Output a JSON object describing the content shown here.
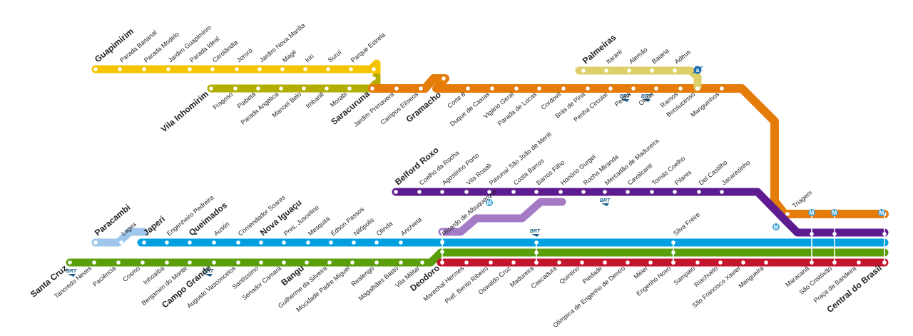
{
  "lines": {
    "guapimirim": {
      "color": "#f5c400"
    },
    "vila_inhomirim": {
      "color": "#b3ad00"
    },
    "saracuruna": {
      "color": "#e57c0a"
    },
    "belford_roxo": {
      "color": "#5e1a8f"
    },
    "deodoro": {
      "color": "#00a0e0"
    },
    "santa_cruz": {
      "color": "#5b9e0b"
    },
    "japeri": {
      "color": "#c4152f"
    },
    "paracambi": {
      "color": "#9ec7eb"
    },
    "palmeiras": {
      "color": "#ddd06a"
    },
    "teleferico": {
      "color": "#a57ac4"
    }
  },
  "badges": {
    "brt": "BRT",
    "metro": "M",
    "cable": "a"
  },
  "stations": {
    "guapimirim": [
      "Guapimirim",
      "Parada Bananal",
      "Parada Modelo",
      "Jardim Guapimirim",
      "Parada Ideal",
      "Citrolândia",
      "Jororó",
      "Jardim Nova Marília",
      "Magé",
      "Iriri",
      "Suruí",
      "Parque Estrela"
    ],
    "vila_inhomirim": [
      "Vila Inhomirim",
      "Fragoso",
      "Piabetá",
      "Parada Angélica",
      "Manoel Belo",
      "Imbariê",
      "Morabi"
    ],
    "saracuruna": [
      "Saracuruna",
      "Jardim Primavera",
      "Campos Elíseos",
      "Gramacho",
      "Corte 8",
      "Duque de Caxias",
      "Vigário Geral",
      "Parada de Lucas",
      "Cordovil",
      "Brás de Pina",
      "Penha Circular",
      "Penha",
      "Olaria",
      "Ramos",
      "Bonsucesso",
      "Manguinhos",
      "Triagem"
    ],
    "palmeiras": [
      "Palmeiras",
      "Itararé",
      "Alemão",
      "Baiana",
      "Adeus"
    ],
    "belford_roxo": [
      "Belford Roxo",
      "Coelho da Rocha",
      "Agostinho Porto",
      "Vila Rosali",
      "Pavuna/ São João de Meriti",
      "Costa Barros",
      "Barros Filho",
      "Honório Gurgel",
      "Rocha Miranda",
      "Mercadão de Madureira",
      "Cavalcanti",
      "Tomás Coelho",
      "Pilares",
      "Del Castilho",
      "Jacarezinho"
    ],
    "paracambi": [
      "Paracambi",
      "Lages"
    ],
    "japeri_top": [
      "Japeri",
      "Engenheiro Pedreira",
      "Queimados",
      "Austin",
      "Comendador Soares",
      "Nova Iguaçu",
      "Pres. Juscelino",
      "Mesquita",
      "Édson Passos",
      "Nilópolis",
      "Olinda",
      "Anchieta",
      "Ricardo de Albuquerque"
    ],
    "silva_freire": "Silva Freire",
    "santa_cruz": [
      "Santa Cruz",
      "Tancredo Neves",
      "Paciência",
      "Cosmo",
      "Inhoaíba",
      "Benjamim do Monte",
      "Campo Grande",
      "Augusto Vasconcelos",
      "Santíssimo",
      "Senador Camará",
      "Bangu",
      "Guilherme da Silveira",
      "Mocidade Padre Miguel",
      "Realengo",
      "Magalhães Basto",
      "Vila Militar",
      "Deodoro"
    ],
    "trunk": [
      "Marechal Hermes",
      "Pref. Bento Ribeiro",
      "Oswaldo Cruz",
      "Madureira",
      "Cascadura",
      "Quintino",
      "Piedade",
      "Olímpica de Engenho de Dentro",
      "Méier",
      "Engenho Novo",
      "Sampaio",
      "Riachuelo",
      "São Francisco Xavier",
      "Mangueira",
      "Maracanã",
      "São Cristóvão",
      "Praça da Bandeira",
      "Central do Brasil"
    ]
  }
}
